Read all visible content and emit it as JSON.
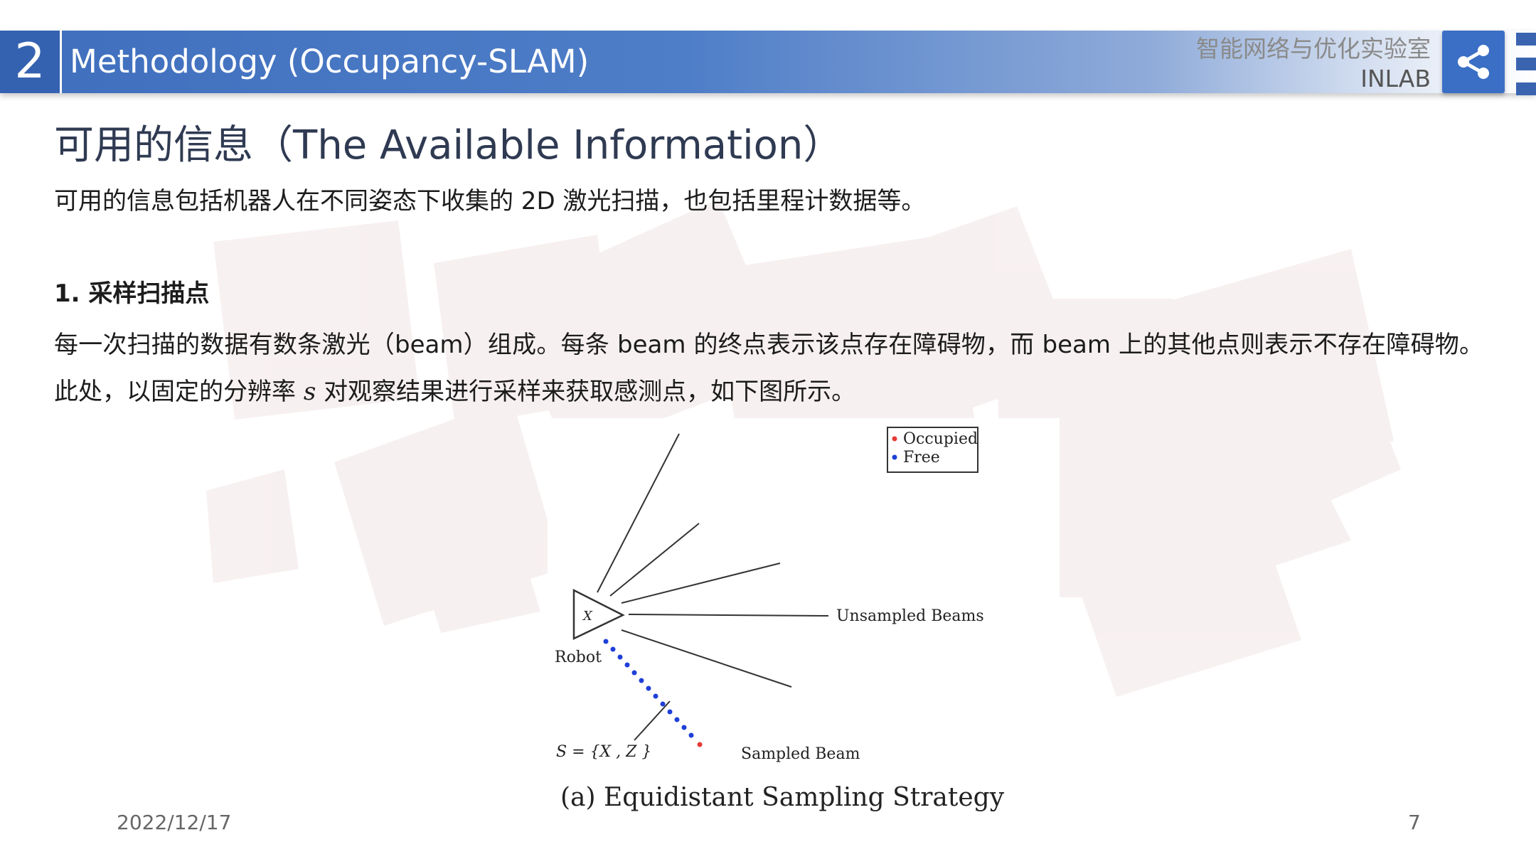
{
  "header": {
    "section_number": "2",
    "title": "Methodology (Occupancy-SLAM)",
    "lab_name": "智能网络与优化实验室",
    "lab_short": "INLAB",
    "share_icon": "share-icon",
    "accent_color": "#3562b0"
  },
  "slide": {
    "title": "可用的信息（The Available Information）",
    "intro": "可用的信息包括机器人在不同姿态下收集的 2D 激光扫描，也包括里程计数据等。",
    "subheading": "1. 采样扫描点",
    "paragraph_part1": "每一次扫描的数据有数条激光（beam）组成。每条 beam 的终点表示该点存在障碍物，而 beam 上的其他点则表示不存在障碍物。此处，以固定的分辨率 ",
    "paragraph_var": "s",
    "paragraph_part2": " 对观察结果进行采样来获取感测点，如下图所示。"
  },
  "figure": {
    "legend_occupied": "Occupied",
    "legend_free": "Free",
    "robot_label": "Robot",
    "robot_pose_label": "X",
    "unsampled_label": "Unsampled Beams",
    "sampled_label": "Sampled Beam",
    "formula_label": "S = {X , Z }",
    "caption": "(a)  Equidistant  Sampling  Strategy",
    "occupied_color": "#e53935",
    "free_color": "#1e3fd8"
  },
  "footer": {
    "date": "2022/12/17",
    "page_number": "7"
  }
}
